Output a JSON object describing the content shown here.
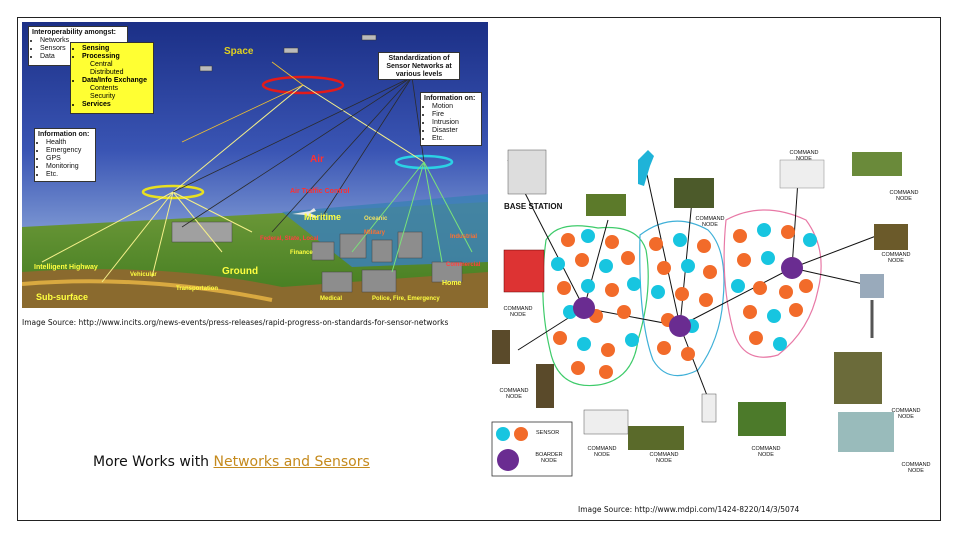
{
  "left_figure": {
    "interop_box": {
      "title": "Interoperability amongst:",
      "items": [
        "Networks",
        "Sensors",
        "Data"
      ]
    },
    "yellow_box": {
      "items": [
        {
          "label": "Sensing",
          "sub": []
        },
        {
          "label": "Processing",
          "sub": [
            "Central",
            "Distributed"
          ]
        },
        {
          "label": "Data/Info Exchange",
          "sub": [
            "Contents",
            "Security"
          ]
        },
        {
          "label": "Services",
          "sub": []
        }
      ]
    },
    "standardization_box": "Standardization of Sensor Networks at various levels",
    "info_left": {
      "title": "Information on:",
      "items": [
        "Health",
        "Emergency",
        "GPS",
        "Monitoring",
        "Etc."
      ]
    },
    "info_right": {
      "title": "Information on:",
      "items": [
        "Motion",
        "Fire",
        "Intrusion",
        "Disaster",
        "Etc."
      ]
    },
    "region_labels": {
      "space": "Space",
      "air": "Air",
      "air_traffic": "Air Traffic Control",
      "maritime": "Maritime",
      "oceanic": "Oceanic",
      "military": "Military",
      "industrial": "Industrial",
      "federal": "Federal, State, Local",
      "finance": "Finance",
      "commercial": "Commercial",
      "intelligent_highway": "Intelligent Highway",
      "vehicular": "Vehicular",
      "ground": "Ground",
      "home": "Home",
      "transportation": "Transportation",
      "sub_surface": "Sub-surface",
      "medical": "Medical",
      "police": "Police, Fire, Emergency"
    }
  },
  "caption_left": "Image Source: http://www.incits.org/news-events/press-releases/rapid-progress-on-standards-for-sensor-networks",
  "headline": {
    "prefix": "More Works with ",
    "link": "Networks and Sensors"
  },
  "right_figure": {
    "base_station": "BASE STATION",
    "command_node": "COMMAND NODE",
    "legend": {
      "sensor": "SENSOR",
      "boarder": "BOARDER NODE"
    }
  },
  "caption_right": "Image Source: http://www.mdpi.com/1424-8220/14/3/5074",
  "colors": {
    "sensor_orange": "#f26b2a",
    "sensor_cyan": "#17c5e0",
    "boarder_purple": "#6a2c91",
    "link_gold": "#c58a1d"
  }
}
